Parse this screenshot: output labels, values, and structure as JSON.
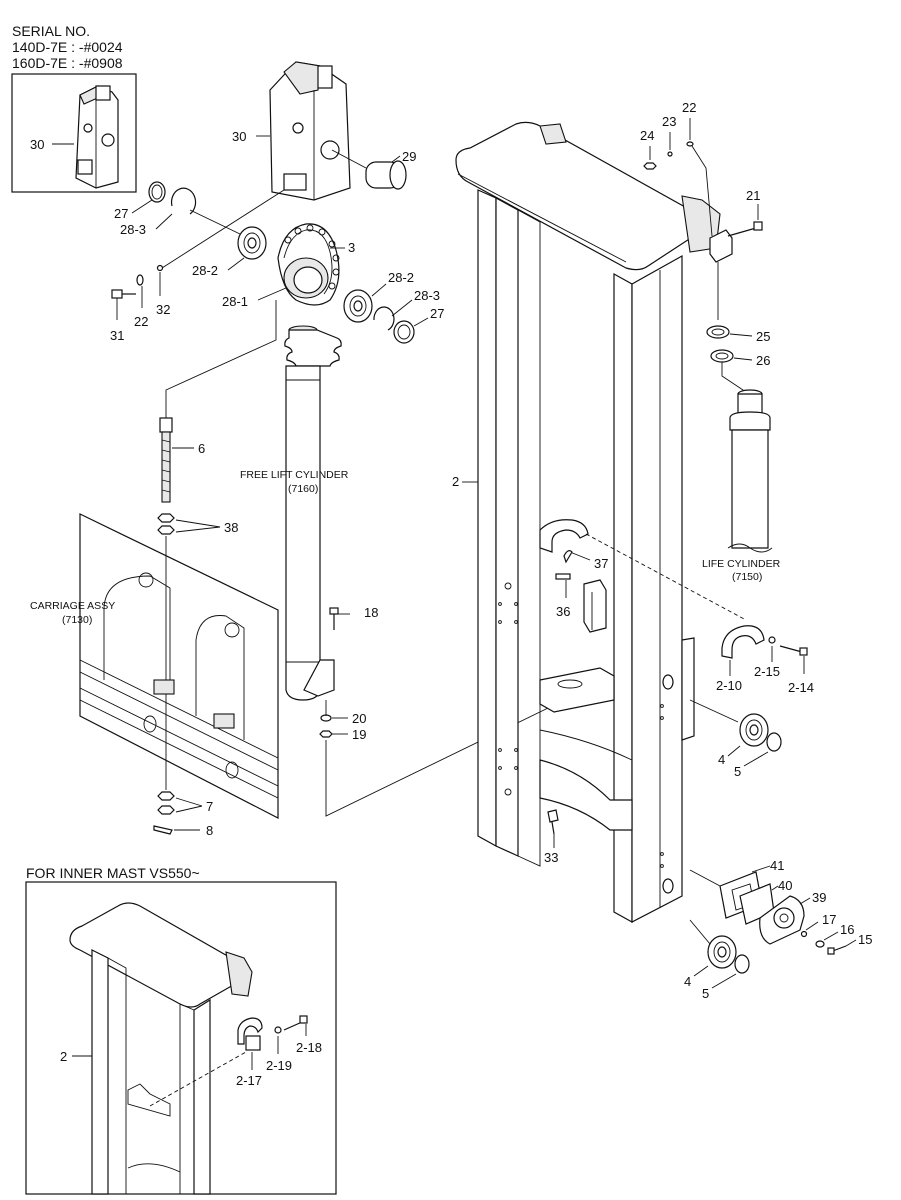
{
  "serial": {
    "title": "SERIAL NO.",
    "line1": "140D-7E : -#0024",
    "line2": "160D-7E : -#0908"
  },
  "captions": {
    "free_lift_1": "FREE LIFT CYLINDER",
    "free_lift_2": "(7160)",
    "carriage_1": "CARRIAGE ASSY",
    "carriage_2": "(7130)",
    "life_cyl_1": "LIFE CYLINDER",
    "life_cyl_2": "(7150)",
    "inner_mast": "FOR INNER MAST VS550~"
  },
  "labels": {
    "p30a": "30",
    "p30b": "30",
    "p29": "29",
    "p27a": "27",
    "p28_3a": "28-3",
    "p3": "3",
    "p28_2a": "28-2",
    "p28_2b": "28-2",
    "p28_1": "28-1",
    "p28_3b": "28-3",
    "p27b": "27",
    "p31": "31",
    "p22a": "22",
    "p32": "32",
    "p6": "6",
    "p38": "38",
    "p18": "18",
    "p20": "20",
    "p19": "19",
    "p7": "7",
    "p8": "8",
    "p2": "2",
    "p2b": "2",
    "p24": "24",
    "p23": "23",
    "p22b": "22",
    "p21": "21",
    "p25": "25",
    "p26": "26",
    "p37": "37",
    "p36": "36",
    "p2_10": "2-10",
    "p2_15": "2-15",
    "p2_14": "2-14",
    "p4a": "4",
    "p5a": "5",
    "p33": "33",
    "p41": "41",
    "p40": "40",
    "p39": "39",
    "p17": "17",
    "p16": "16",
    "p15": "15",
    "p4b": "4",
    "p5b": "5",
    "p2_17": "2-17",
    "p2_19": "2-19",
    "p2_18": "2-18"
  }
}
